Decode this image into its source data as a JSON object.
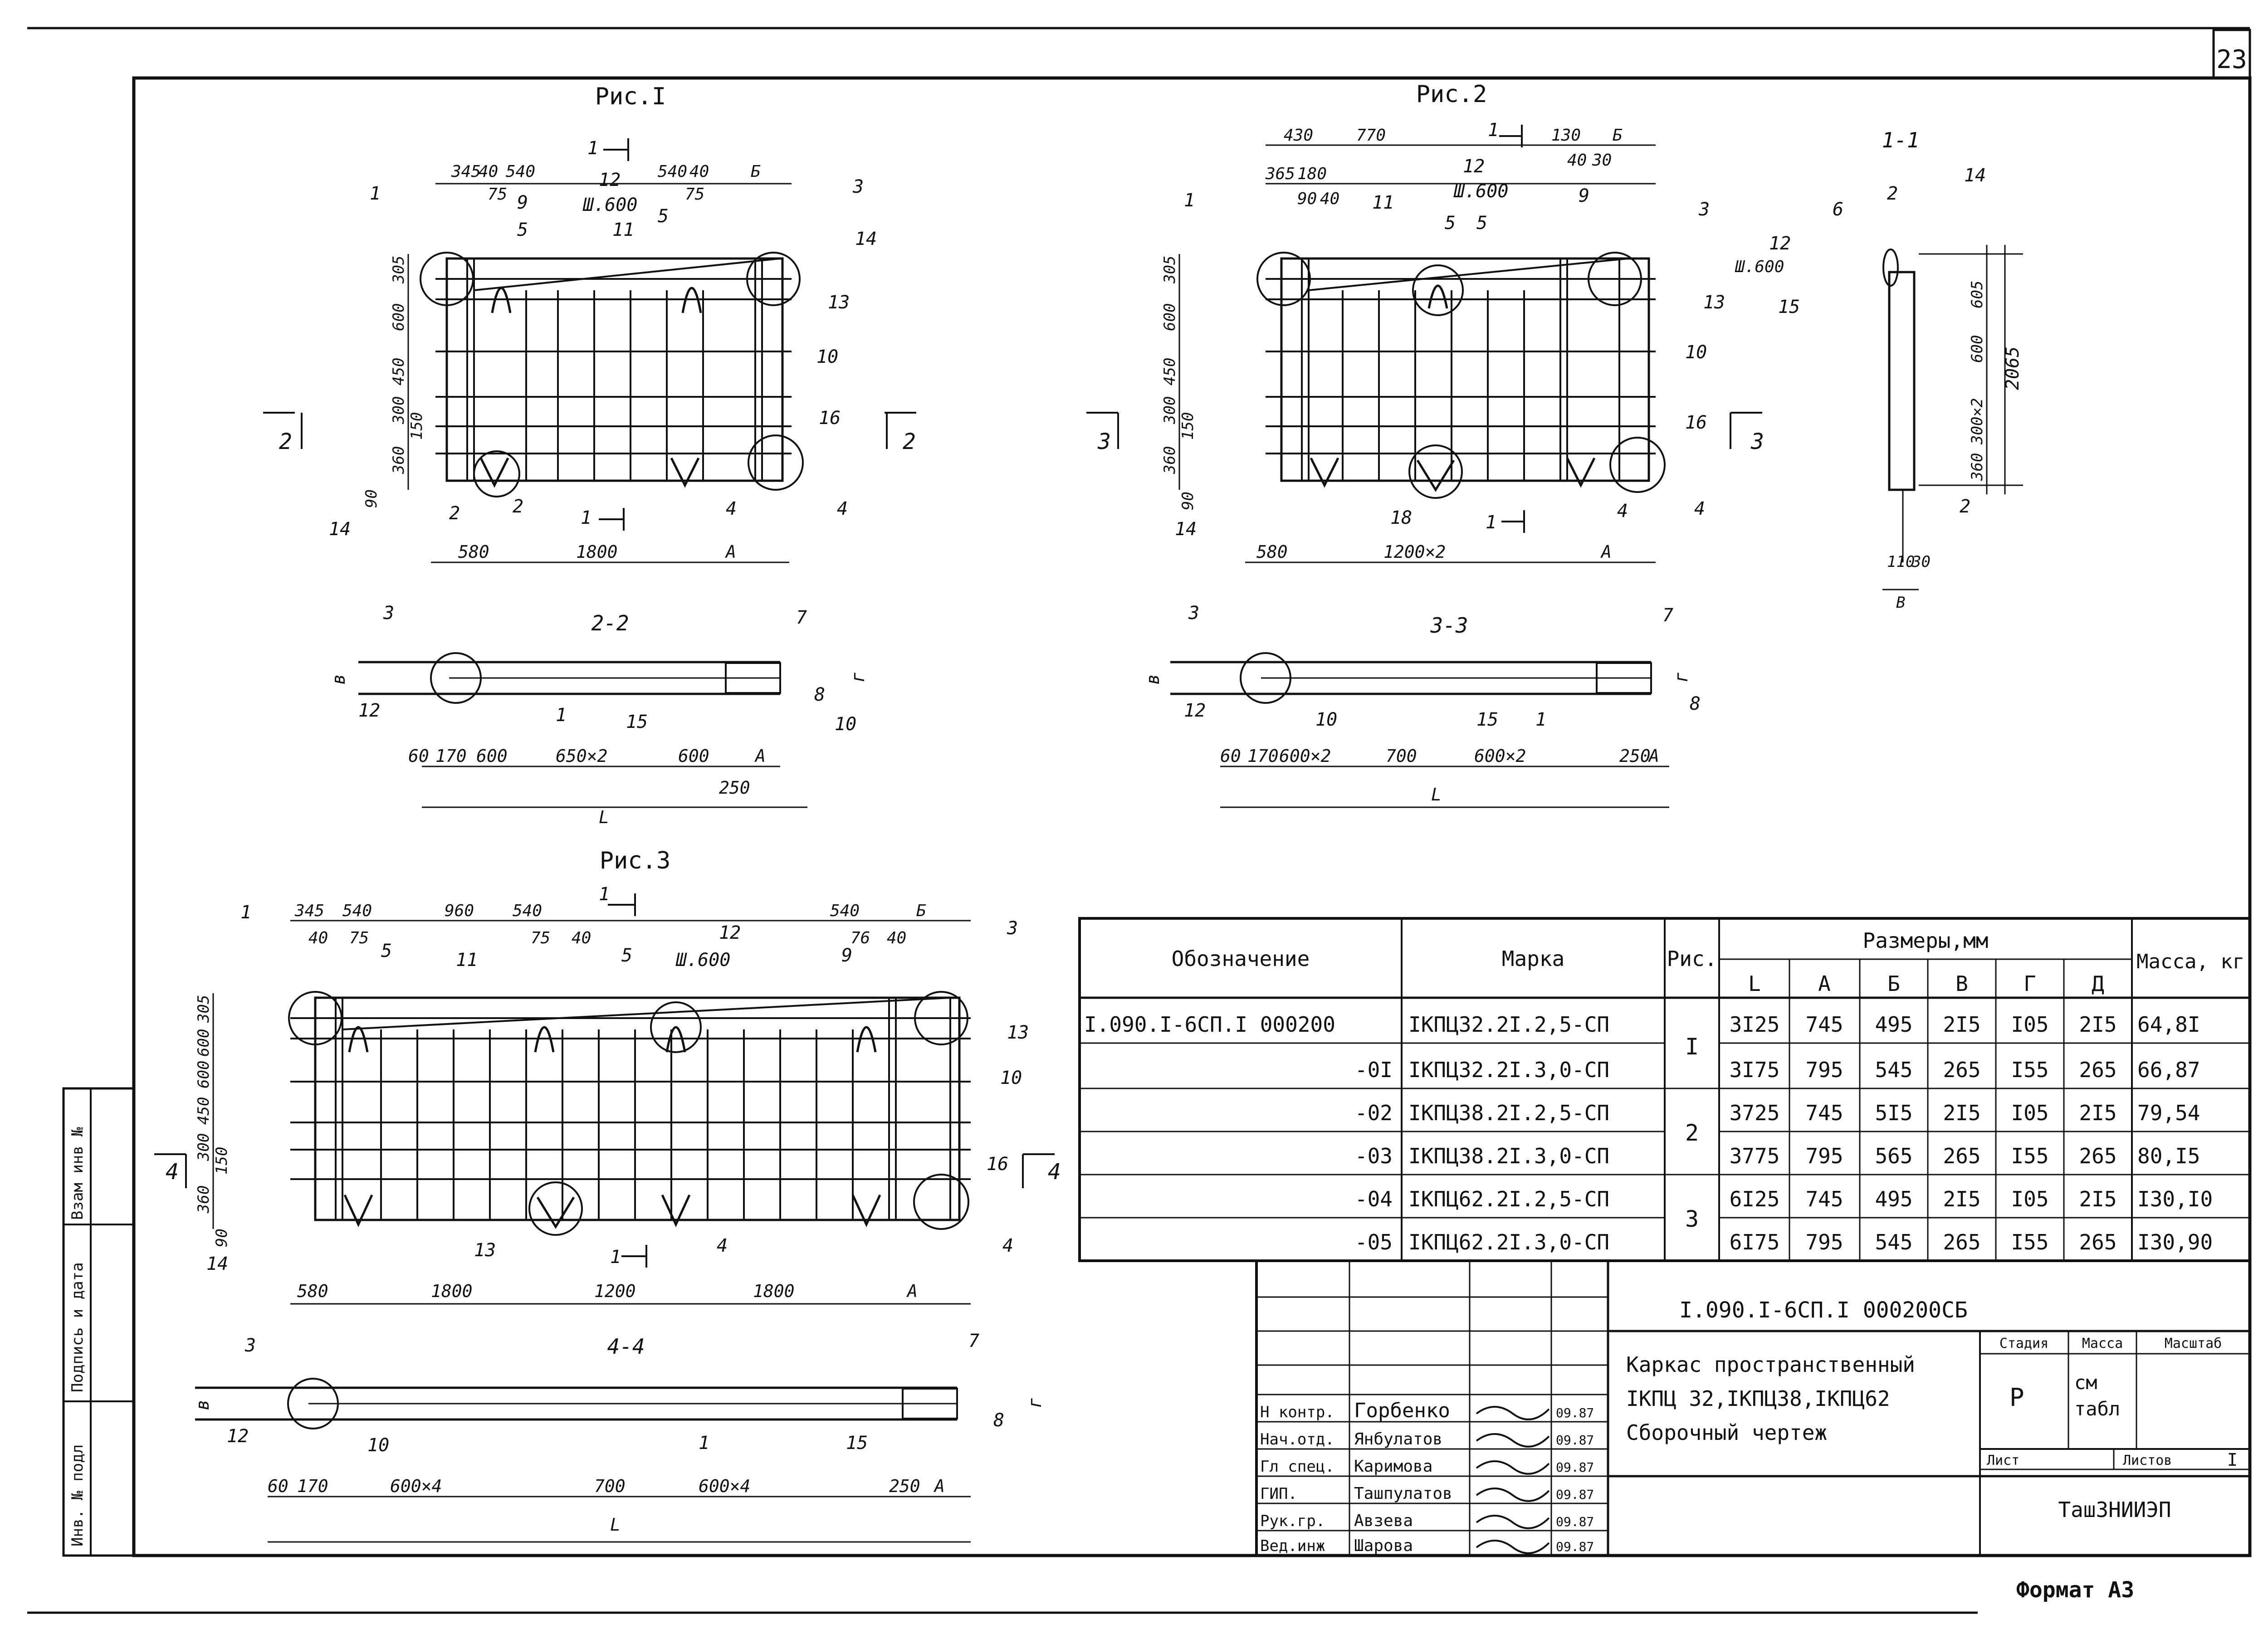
{
  "page_number": "23",
  "format_label": "Формат А3",
  "side_stamp": {
    "inv_podl": "Инв. № подл",
    "podpis_data": "Подпись и дата",
    "vzam_inv": "Взам инв №"
  },
  "fig1": {
    "title": "Рис.I",
    "top_dims": [
      "345",
      "40",
      "540",
      "540",
      "40",
      "Б",
      "75",
      "75"
    ],
    "labels": [
      "1",
      "3",
      "14",
      "9",
      "5",
      "12",
      "Ш.600",
      "11",
      "5",
      "13",
      "10",
      "16",
      "4",
      "4",
      "2",
      "2",
      "14",
      "1-1"
    ],
    "left_dims": [
      "305",
      "600",
      "450",
      "300",
      "150",
      "360",
      "90"
    ],
    "bottom_dims": [
      "580",
      "1800",
      "А"
    ],
    "cut": "1",
    "side_cut": "2",
    "section": {
      "title": "2-2",
      "labels": [
        "3",
        "12",
        "1",
        "15",
        "7",
        "8",
        "10",
        "в",
        "г"
      ],
      "dims": [
        "60",
        "170",
        "600",
        "650×2",
        "600",
        "А",
        "250",
        "L"
      ]
    }
  },
  "fig2": {
    "title": "Рис.2",
    "top_dims": [
      "430",
      "770",
      "130",
      "Б",
      "365",
      "180",
      "90",
      "40",
      "40",
      "30"
    ],
    "labels": [
      "1",
      "11",
      "12",
      "Ш.600",
      "5",
      "5",
      "9",
      "3",
      "13",
      "10",
      "16",
      "4",
      "4",
      "18",
      "14"
    ],
    "left_dims": [
      "305",
      "600",
      "450",
      "300",
      "150",
      "360",
      "90"
    ],
    "bottom_dims": [
      "580",
      "1200×2",
      "А"
    ],
    "cut": "1",
    "side_cut": "3",
    "section": {
      "title": "3-3",
      "labels": [
        "3",
        "12",
        "10",
        "15",
        "1",
        "7",
        "8",
        "в",
        "г"
      ],
      "dims": [
        "60",
        "170",
        "600×2",
        "700",
        "600×2",
        "250",
        "А",
        "L"
      ]
    }
  },
  "section11": {
    "title": "1-1",
    "labels": [
      "6",
      "2",
      "14",
      "12",
      "Ш.600",
      "15",
      "2"
    ],
    "dims": [
      "605",
      "600",
      "300×2",
      "360",
      "2065",
      "110",
      "30",
      "В"
    ]
  },
  "fig3": {
    "title": "Рис.3",
    "top_dims": [
      "345",
      "540",
      "960",
      "540",
      "540",
      "Б",
      "40",
      "75",
      "75",
      "40",
      "76",
      "40"
    ],
    "labels": [
      "1",
      "5",
      "11",
      "5",
      "12",
      "Ш.600",
      "9",
      "3",
      "13",
      "10",
      "16",
      "4",
      "4",
      "13",
      "14"
    ],
    "left_dims": [
      "305",
      "600",
      "600",
      "450",
      "300",
      "150",
      "360",
      "90"
    ],
    "bottom_dims": [
      "580",
      "1800",
      "1200",
      "1800",
      "А"
    ],
    "cut": "1",
    "side_cut": "4",
    "section": {
      "title": "4-4",
      "labels": [
        "3",
        "12",
        "10",
        "1",
        "15",
        "7",
        "8",
        "в",
        "г"
      ],
      "dims": [
        "60",
        "170",
        "600×4",
        "700",
        "600×4",
        "250",
        "А",
        "L"
      ]
    }
  },
  "spec_table": {
    "headers": {
      "oboznachenie": "Обозначение",
      "marka": "Марка",
      "ris": "Рис.",
      "razmery": "Размеры,мм",
      "massa": "Масса, кг"
    },
    "sub_headers": [
      "L",
      "А",
      "Б",
      "В",
      "Г",
      "Д"
    ],
    "rows": [
      {
        "obozn": "I.090.I-6СП.I   000200",
        "marka": "IКПЦ32.2I.2,5-СП",
        "L": "3I25",
        "A": "745",
        "B": "495",
        "V": "2I5",
        "G": "I05",
        "D": "2I5",
        "massa": "64,8I"
      },
      {
        "obozn": "-0I",
        "marka": "IКПЦ32.2I.3,0-СП",
        "L": "3I75",
        "A": "795",
        "B": "545",
        "V": "265",
        "G": "I55",
        "D": "265",
        "massa": "66,87"
      },
      {
        "obozn": "-02",
        "marka": "IКПЦ38.2I.2,5-СП",
        "L": "3725",
        "A": "745",
        "B": "5I5",
        "V": "2I5",
        "G": "I05",
        "D": "2I5",
        "massa": "79,54"
      },
      {
        "obozn": "-03",
        "marka": "IКПЦ38.2I.3,0-СП",
        "L": "3775",
        "A": "795",
        "B": "565",
        "V": "265",
        "G": "I55",
        "D": "265",
        "massa": "80,I5"
      },
      {
        "obozn": "-04",
        "marka": "IКПЦ62.2I.2,5-СП",
        "L": "6I25",
        "A": "745",
        "B": "495",
        "V": "2I5",
        "G": "I05",
        "D": "2I5",
        "massa": "I30,I0"
      },
      {
        "obozn": "-05",
        "marka": "IКПЦ62.2I.3,0-СП",
        "L": "6I75",
        "A": "795",
        "B": "545",
        "V": "265",
        "G": "I55",
        "D": "265",
        "massa": "I30,90"
      }
    ],
    "ris_groups": [
      "I",
      "2",
      "3"
    ]
  },
  "title_block": {
    "doc_code": "I.090.I-6СП.I   000200СБ",
    "name_lines": [
      "Каркас пространственный",
      "IКПЦ 32,IКПЦ38,IКПЦ62",
      "Сборочный чертеж"
    ],
    "stadia_label": "Стадия",
    "stadia": "Р",
    "massa_label": "Масса",
    "massa": "см табл",
    "masshtab_label": "Масштаб",
    "list_label": "Лист",
    "listov_label": "Листов",
    "listov": "I",
    "org": "ТашЗНИИЭП",
    "signatures": [
      {
        "role": "Н контр.",
        "name": "Горбенко",
        "date": "09.87"
      },
      {
        "role": "Нач.отд.",
        "name": "Янбулатов",
        "date": "09.87"
      },
      {
        "role": "Гл спец.",
        "name": "Каримова",
        "date": "09.87"
      },
      {
        "role": "ГИП.",
        "name": "Ташпулатов",
        "date": "09.87"
      },
      {
        "role": "Рук.гр.",
        "name": "Авзева",
        "date": "09.87"
      },
      {
        "role": "Вед.инж",
        "name": "Шарова",
        "date": "09.87"
      }
    ]
  }
}
